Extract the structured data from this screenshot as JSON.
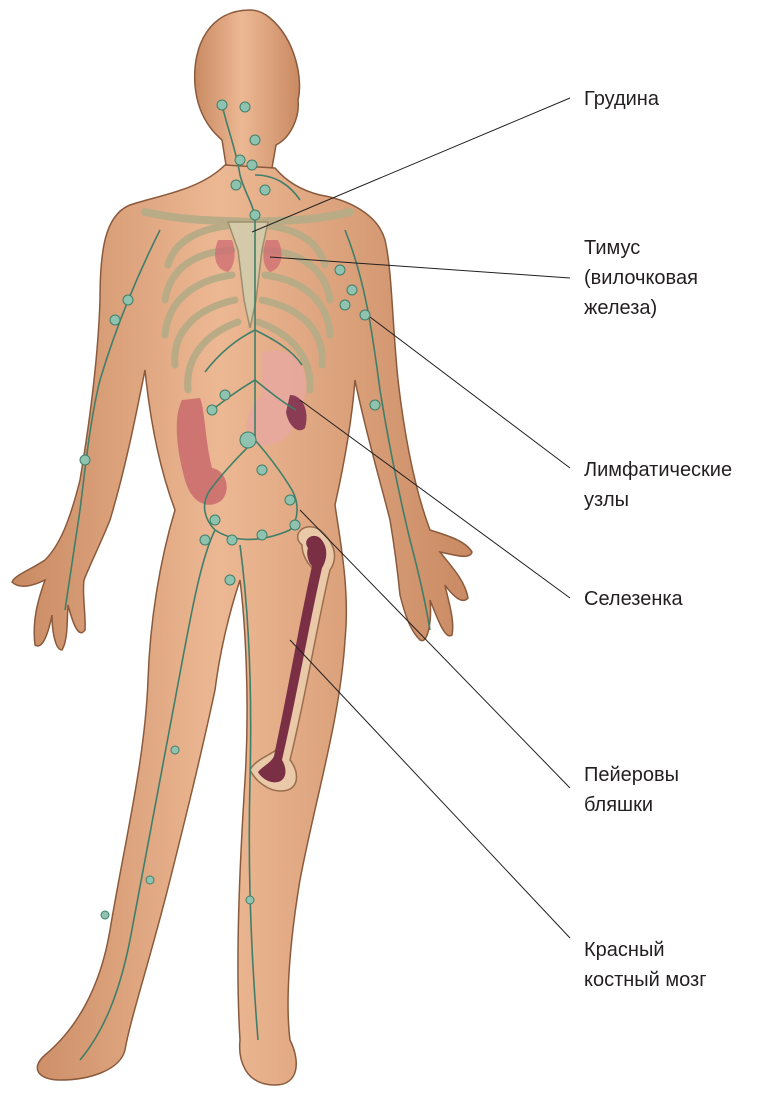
{
  "labels": {
    "sternum": [
      "Грудина"
    ],
    "thymus": [
      "Тимус",
      "(вилочковая",
      "железа)"
    ],
    "lymph_nodes": [
      "Лимфатические",
      "узлы"
    ],
    "spleen": [
      "Селезенка"
    ],
    "peyers_patches": [
      "Пейеровы",
      "бляшки"
    ],
    "red_marrow": [
      "Красный",
      "костный мозг"
    ]
  },
  "colors": {
    "skin": "#e2a883",
    "skin_outline": "#8a5a3c",
    "bone": "#d4c9a8",
    "lymph_vessel": "#3f7f6a",
    "lymph_node": "#8fc3b0",
    "marrow": "#7a2f45",
    "organ": "#cf6f73",
    "leader_line": "#231f20"
  }
}
